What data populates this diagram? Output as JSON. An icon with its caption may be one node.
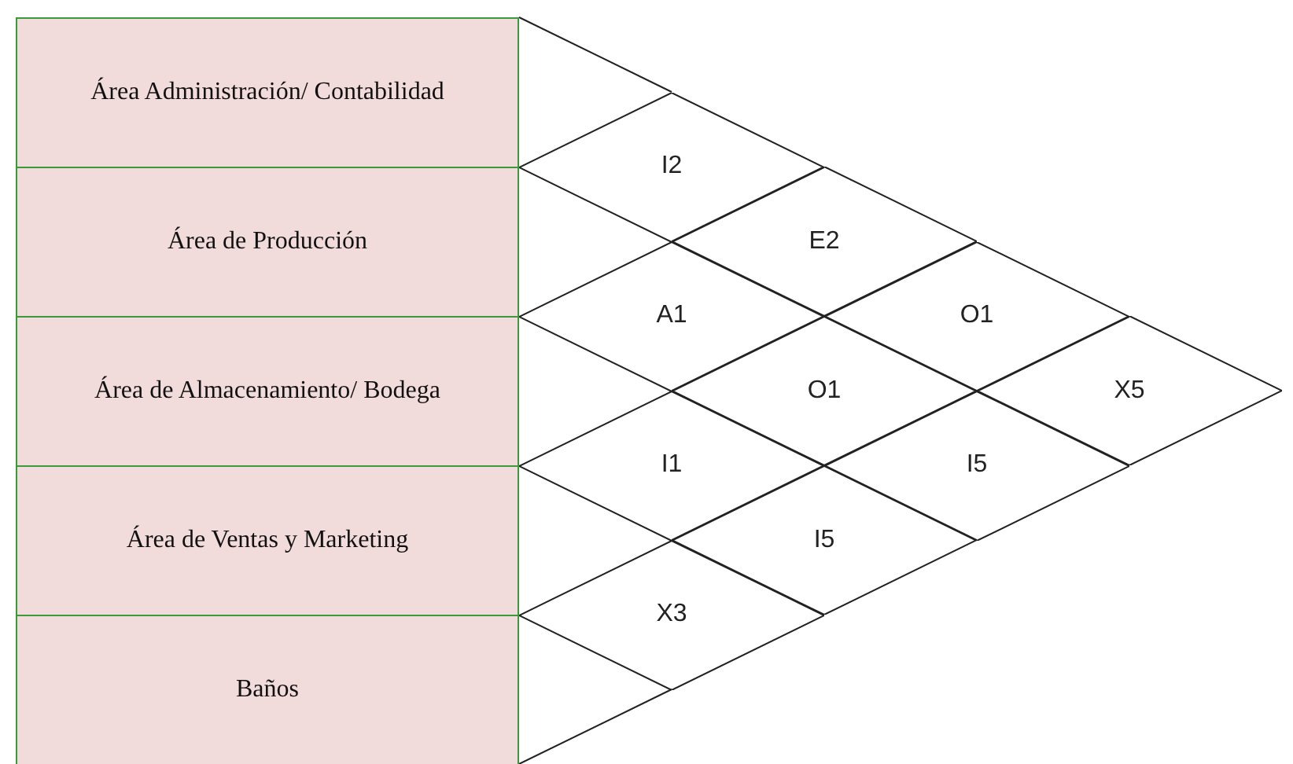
{
  "diagram": {
    "nodes": [
      {
        "text": [
          "Área Administración/ Contabilidad"
        ]
      },
      {
        "text": [
          "Área de Producción"
        ]
      },
      {
        "text": [
          "Área de Almacenamiento/ Bodega"
        ]
      },
      {
        "text": [
          "Área de Ventas y Marketing"
        ]
      },
      {
        "text": [
          "Baños"
        ]
      },
      {
        "text": [
          "I2"
        ]
      },
      {
        "text": [
          "E2"
        ]
      },
      {
        "text": [
          "A1"
        ]
      },
      {
        "text": [
          "O1"
        ]
      },
      {
        "text": [
          "O1"
        ]
      },
      {
        "text": [
          "X5"
        ]
      },
      {
        "text": [
          "I1"
        ]
      },
      {
        "text": [
          "I5"
        ]
      },
      {
        "text": [
          "I5"
        ]
      },
      {
        "text": [
          "X3"
        ]
      }
    ]
  }
}
